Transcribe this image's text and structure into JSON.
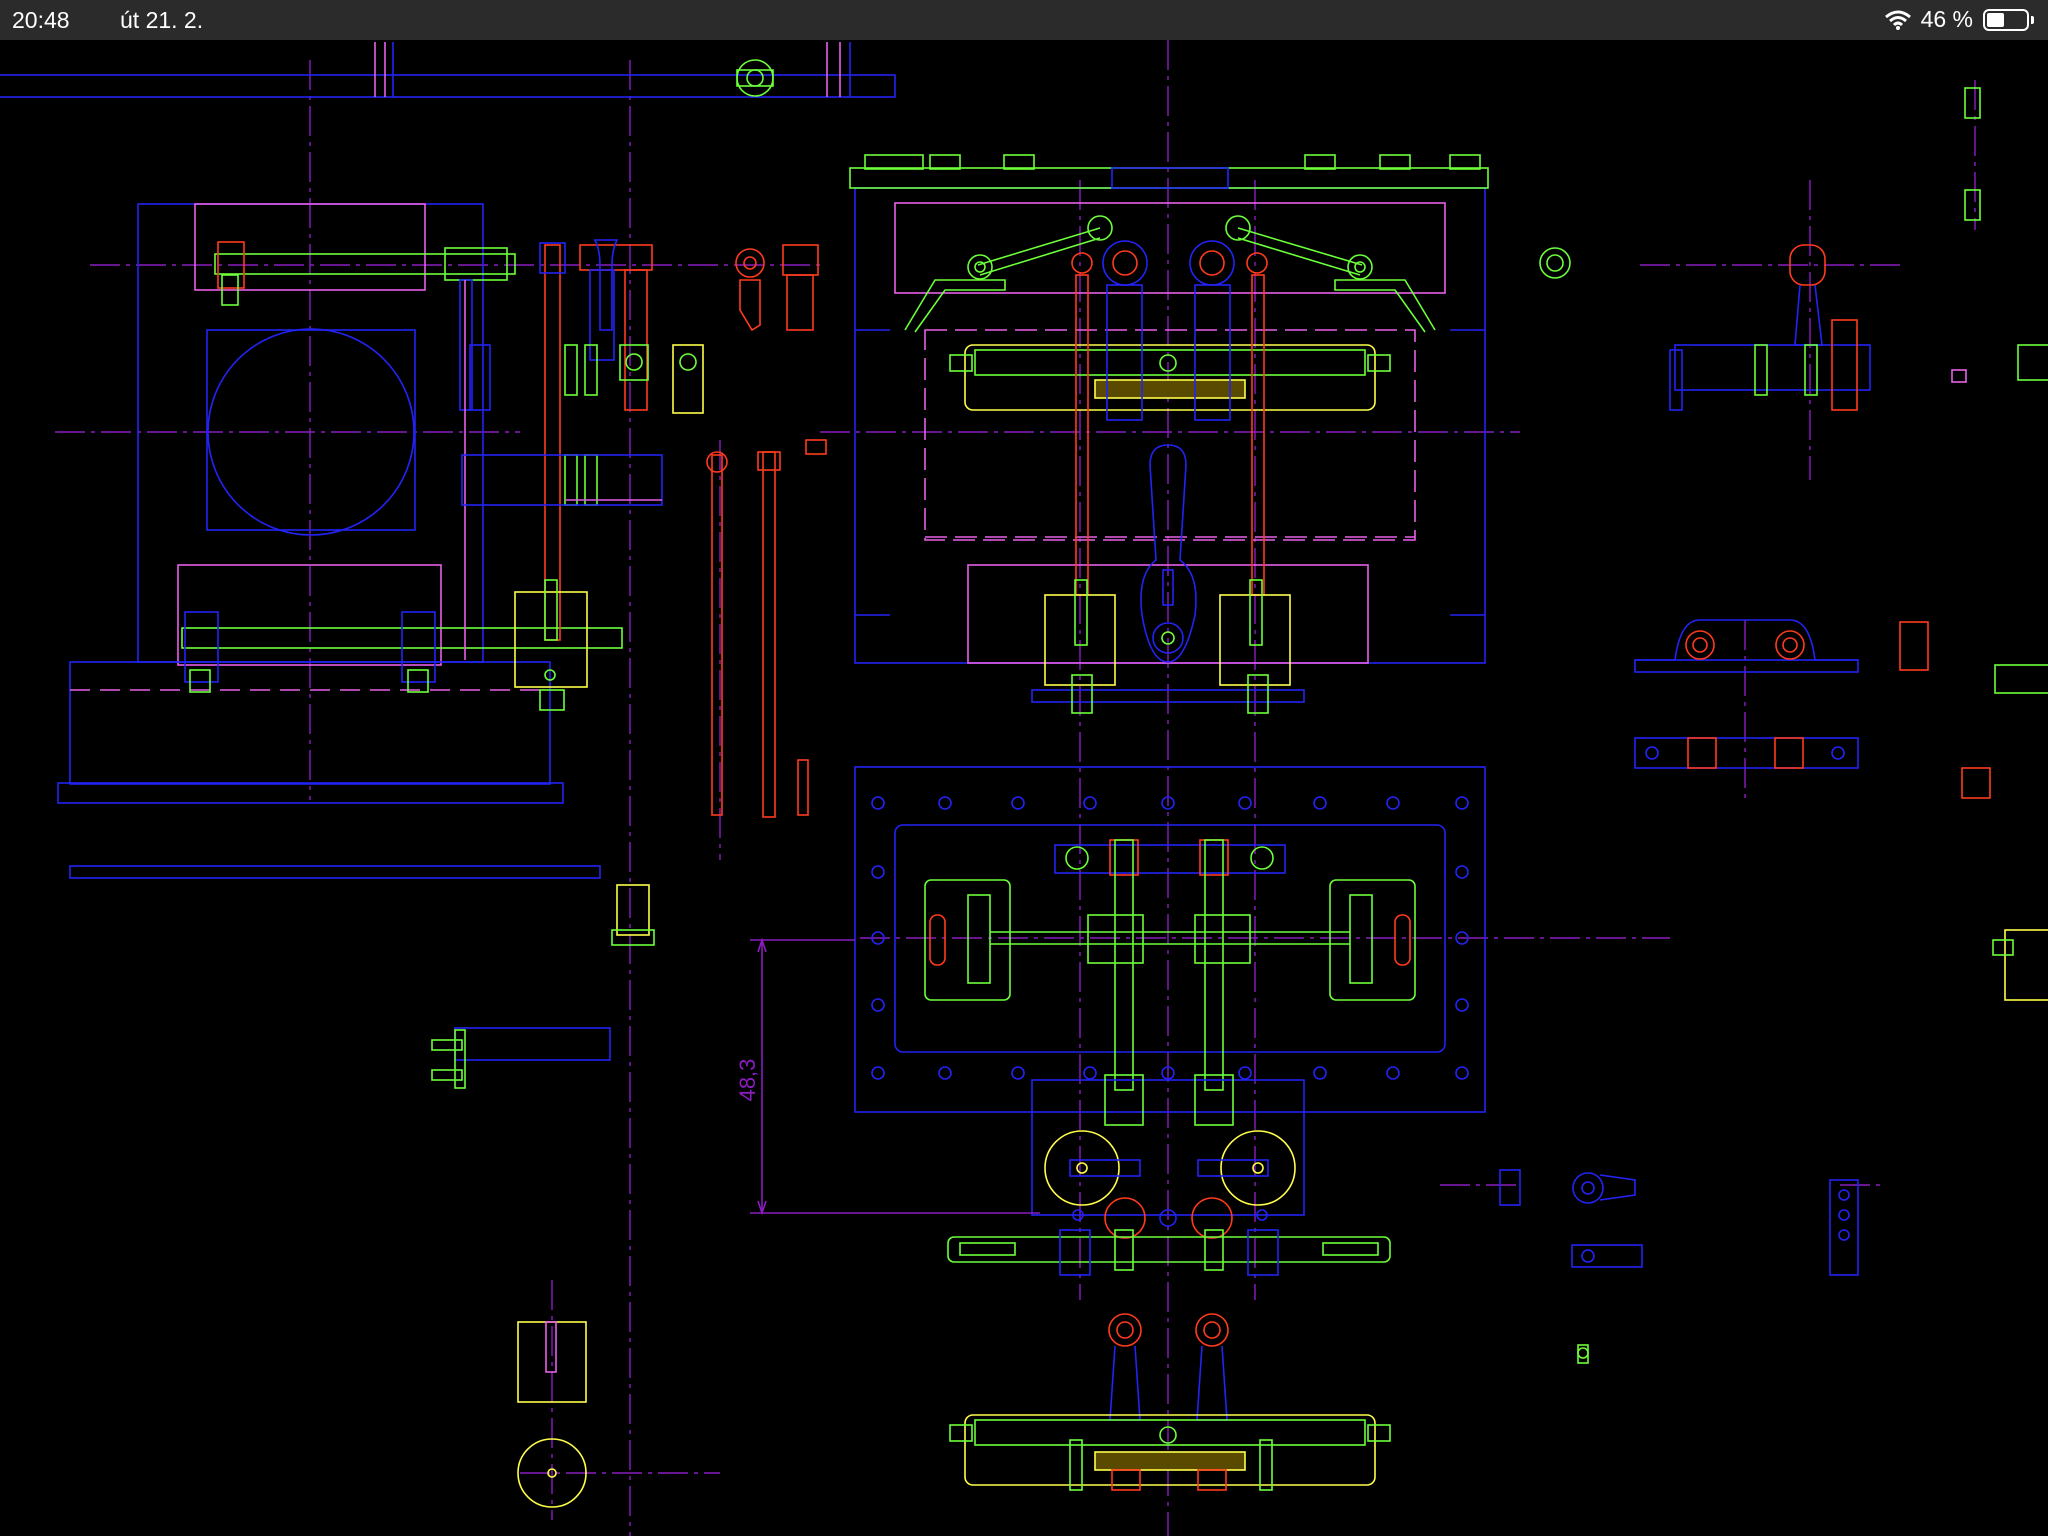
{
  "status_bar": {
    "time": "20:48",
    "date": "út 21. 2.",
    "battery_text": "46 %",
    "battery_level": 0.46,
    "icons": [
      "wifi-icon",
      "battery-icon"
    ]
  },
  "drawing": {
    "dimension_label": "48,3",
    "layer_colors": {
      "outline": "#2323f5",
      "green": "#6cff3a",
      "red": "#ff3b1e",
      "magenta": "#e860e8",
      "yellow": "#ffff4a",
      "centerline": "#8a1cc0"
    }
  }
}
